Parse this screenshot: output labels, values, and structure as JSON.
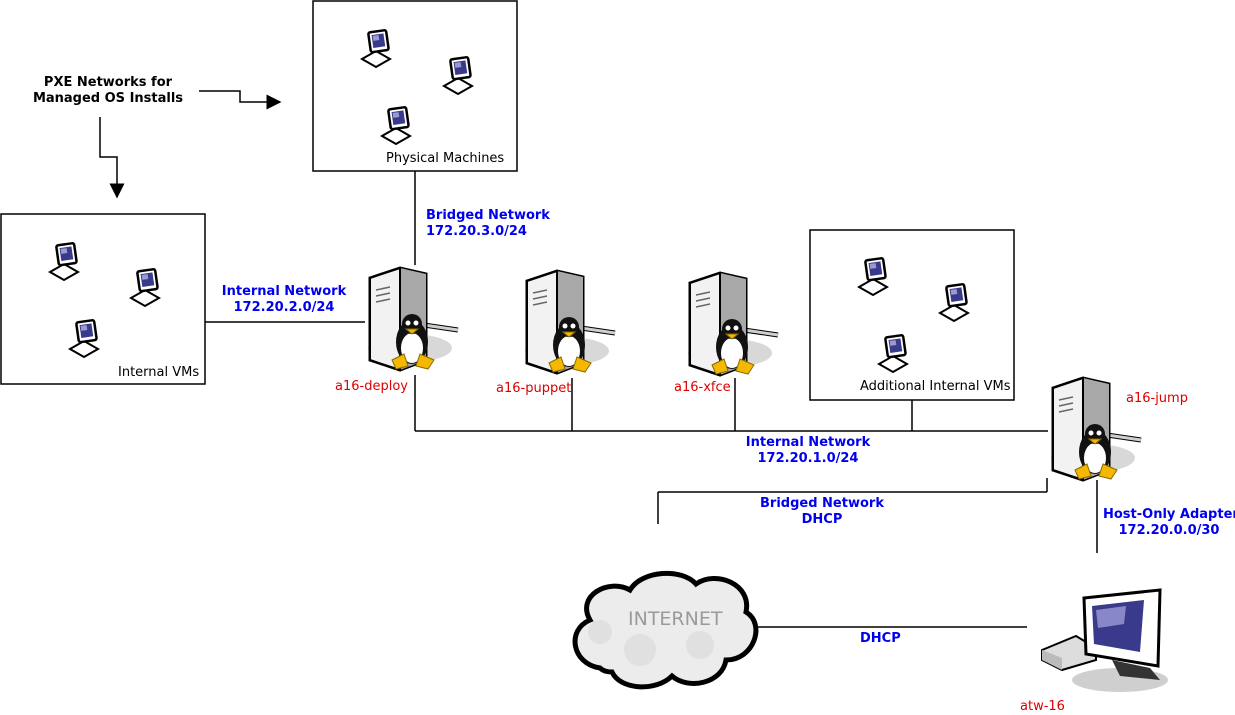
{
  "title_note": {
    "line1": "PXE Networks for",
    "line2": "Managed OS Installs"
  },
  "boxes": {
    "physical": "Physical Machines",
    "internal_vms": "Internal VMs",
    "additional_vms": "Additional Internal VMs"
  },
  "networks": {
    "bridged_top": {
      "line1": "Bridged Network",
      "line2": "172.20.3.0/24"
    },
    "internal_left": {
      "line1": "Internal Network",
      "line2": "172.20.2.0/24"
    },
    "internal_main": {
      "line1": "Internal Network",
      "line2": "172.20.1.0/24"
    },
    "bridged_dhcp": {
      "line1": "Bridged Network",
      "line2": "DHCP"
    },
    "host_only": {
      "line1": "Host-Only Adapter",
      "line2": "172.20.0.0/30"
    },
    "dhcp": "DHCP"
  },
  "servers": {
    "deploy": "a16-deploy",
    "puppet": "a16-puppet",
    "xfce": "a16-xfce",
    "jump": "a16-jump"
  },
  "workstation": "atw-16",
  "cloud": "INTERNET",
  "colors": {
    "network_label": "#0000ee",
    "host_label": "#dd0000",
    "line": "#000000"
  }
}
